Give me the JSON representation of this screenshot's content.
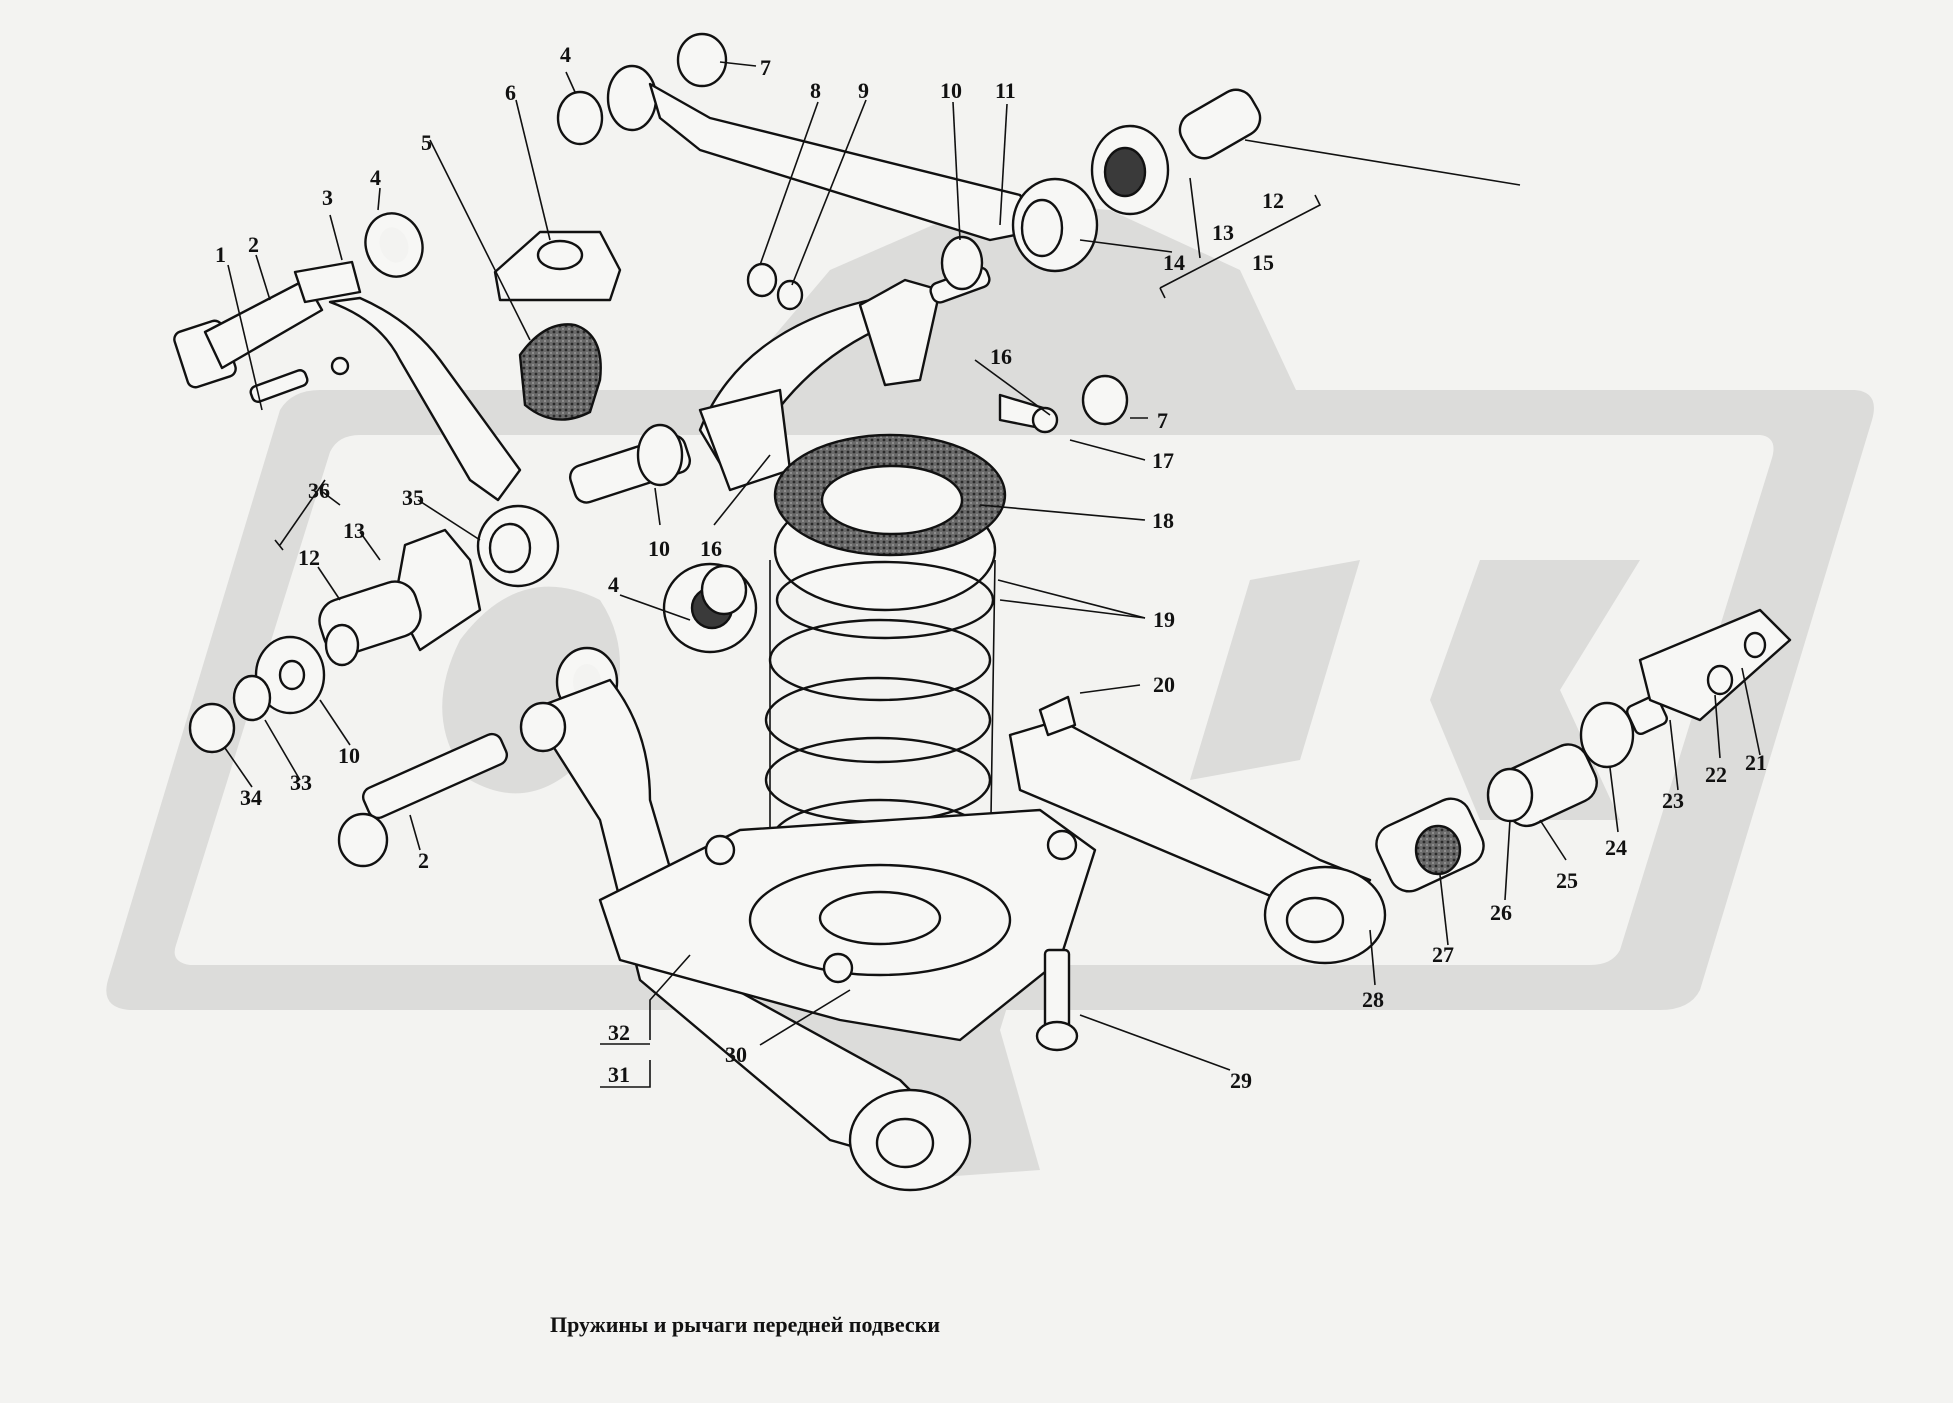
{
  "caption": "Пружины и рычаги передней подвески",
  "watermark": "OPEX",
  "colors": {
    "background": "#f3f3f1",
    "watermark": "#dcdcda",
    "ink": "#111111"
  },
  "callouts": [
    {
      "id": "c1",
      "text": "1"
    },
    {
      "id": "c2a",
      "text": "2"
    },
    {
      "id": "c3",
      "text": "3"
    },
    {
      "id": "c4a",
      "text": "4"
    },
    {
      "id": "c5",
      "text": "5"
    },
    {
      "id": "c6",
      "text": "6"
    },
    {
      "id": "c4b",
      "text": "4"
    },
    {
      "id": "c7a",
      "text": "7"
    },
    {
      "id": "c8",
      "text": "8"
    },
    {
      "id": "c9",
      "text": "9"
    },
    {
      "id": "c10a",
      "text": "10"
    },
    {
      "id": "c11",
      "text": "11"
    },
    {
      "id": "c12a",
      "text": "12"
    },
    {
      "id": "c13a",
      "text": "13"
    },
    {
      "id": "c14",
      "text": "14"
    },
    {
      "id": "c15",
      "text": "15"
    },
    {
      "id": "c16a",
      "text": "16"
    },
    {
      "id": "c7b",
      "text": "7"
    },
    {
      "id": "c17",
      "text": "17"
    },
    {
      "id": "c18",
      "text": "18"
    },
    {
      "id": "c10b",
      "text": "10"
    },
    {
      "id": "c16b",
      "text": "16"
    },
    {
      "id": "c36",
      "text": "36"
    },
    {
      "id": "c35",
      "text": "35"
    },
    {
      "id": "c13b",
      "text": "13"
    },
    {
      "id": "c12b",
      "text": "12"
    },
    {
      "id": "c19",
      "text": "19"
    },
    {
      "id": "c4c",
      "text": "4"
    },
    {
      "id": "c20",
      "text": "20"
    },
    {
      "id": "c10c",
      "text": "10"
    },
    {
      "id": "c33",
      "text": "33"
    },
    {
      "id": "c34",
      "text": "34"
    },
    {
      "id": "c2b",
      "text": "2"
    },
    {
      "id": "c21",
      "text": "21"
    },
    {
      "id": "c22",
      "text": "22"
    },
    {
      "id": "c23",
      "text": "23"
    },
    {
      "id": "c24",
      "text": "24"
    },
    {
      "id": "c25",
      "text": "25"
    },
    {
      "id": "c26",
      "text": "26"
    },
    {
      "id": "c27",
      "text": "27"
    },
    {
      "id": "c28",
      "text": "28"
    },
    {
      "id": "c29",
      "text": "29"
    },
    {
      "id": "c30",
      "text": "30"
    },
    {
      "id": "c32",
      "text": "32"
    },
    {
      "id": "c31",
      "text": "31"
    }
  ]
}
